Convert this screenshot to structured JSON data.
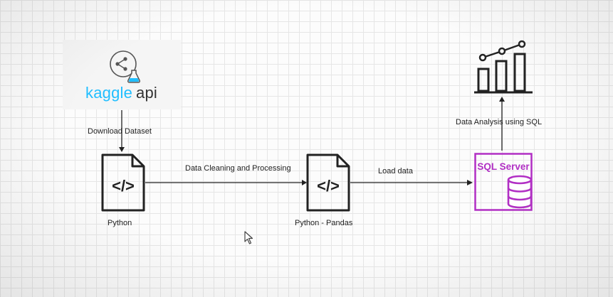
{
  "diagram": {
    "kaggle": {
      "brand": "kaggle",
      "suffix": "api"
    },
    "edges": {
      "download": "Download Dataset",
      "cleaning": "Data Cleaning and Processing",
      "load": "Load data",
      "analysis": "Data Analysis using SQL"
    },
    "nodes": {
      "python": {
        "label": "Python",
        "glyph": "</>"
      },
      "pandas": {
        "label": "Python - Pandas",
        "glyph": "</>"
      },
      "sql_server": {
        "label": "SQL Server"
      }
    }
  },
  "colors": {
    "kaggle_blue": "#20beff",
    "sql_magenta": "#b12fc4",
    "dark": "#222222"
  }
}
